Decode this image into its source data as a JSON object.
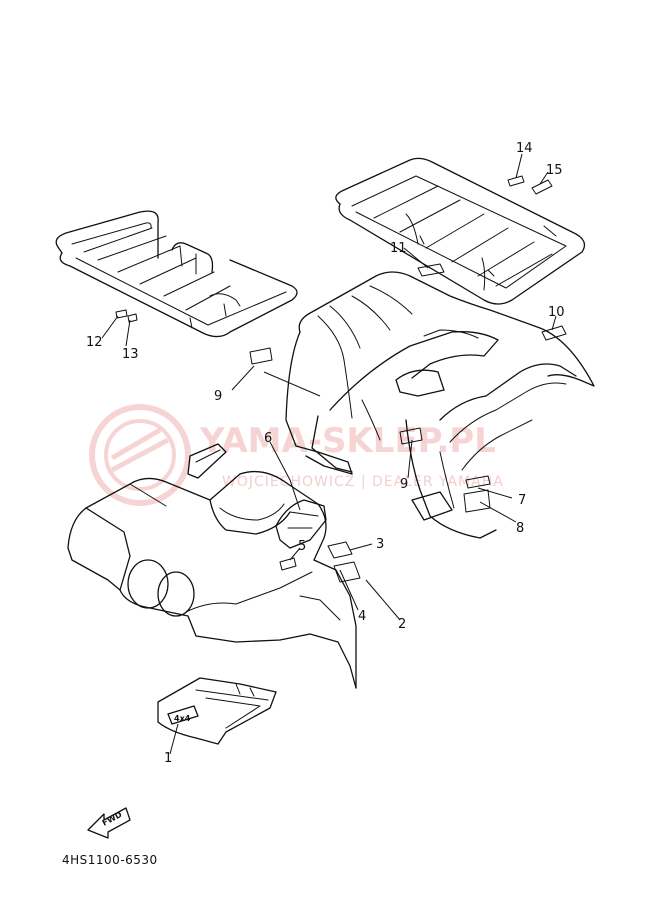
{
  "diagram": {
    "part_code": "4HS1100-6530",
    "watermark": {
      "main": "YAMA-SKLEP.PL",
      "sub": "WOJCIECHOWICZ | DEALER YAMAHA"
    },
    "fwd_label": "FWD",
    "callouts": [
      {
        "label": "1"
      },
      {
        "label": "2"
      },
      {
        "label": "3"
      },
      {
        "label": "4"
      },
      {
        "label": "5"
      },
      {
        "label": "6"
      },
      {
        "label": "7"
      },
      {
        "label": "8"
      },
      {
        "label": "9"
      },
      {
        "label": "9"
      },
      {
        "label": "10"
      },
      {
        "label": "11"
      },
      {
        "label": "12"
      },
      {
        "label": "13"
      },
      {
        "label": "14"
      },
      {
        "label": "15"
      }
    ],
    "colors": {
      "line": "#111111",
      "watermark": "#f2b8b8"
    }
  }
}
